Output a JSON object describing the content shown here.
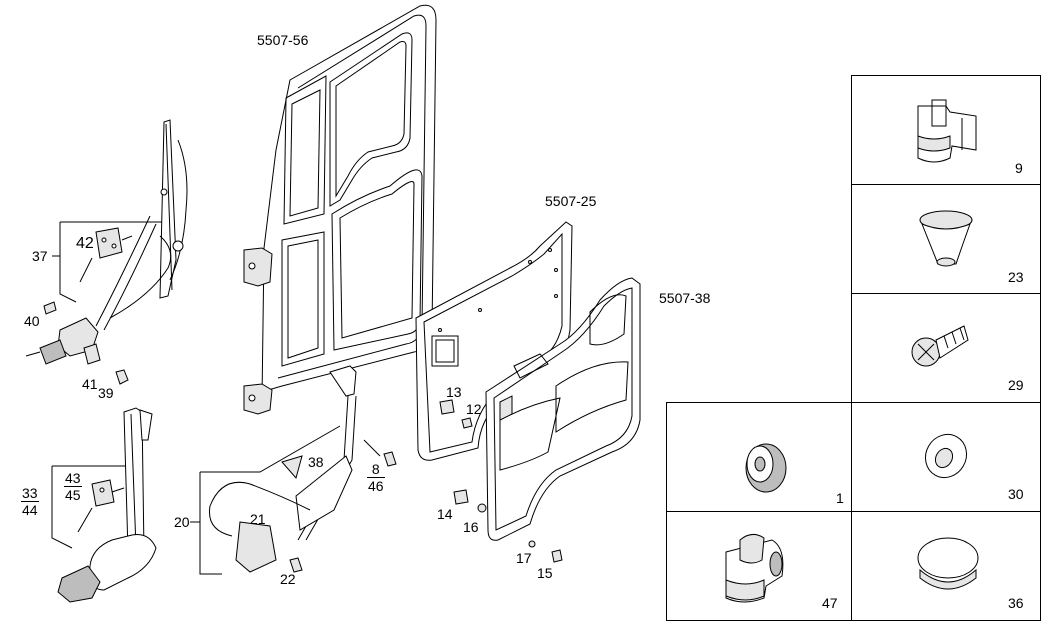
{
  "title": "",
  "drawing": {
    "refs": {
      "door_frame": "5507-56",
      "inner_panel": "5507-25",
      "trim_panel": "5507-38"
    },
    "callouts": {
      "c37": "37",
      "c42": "42",
      "c40": "40",
      "c41": "41",
      "c39": "39",
      "c33_44": {
        "top": "33",
        "bottom": "44"
      },
      "c43_45": {
        "top": "43",
        "bottom": "45"
      },
      "c20": "20",
      "c21": "21",
      "c22": "22",
      "c38": "38",
      "c8_46": {
        "top": "8",
        "bottom": "46"
      },
      "c13": "13",
      "c12": "12",
      "c14": "14",
      "c16": "16",
      "c17": "17",
      "c15": "15"
    }
  },
  "parts_grid": {
    "cells": [
      {
        "number": "9",
        "icon": "clip-icon"
      },
      {
        "number": "23",
        "icon": "plug-icon"
      },
      {
        "number": "29",
        "icon": "screw-icon"
      },
      {
        "number": "1",
        "icon": "bushing-icon"
      },
      {
        "number": "30",
        "icon": "washer-icon"
      },
      {
        "number": "47",
        "icon": "holder-clip-icon"
      },
      {
        "number": "36",
        "icon": "cap-icon"
      }
    ]
  }
}
